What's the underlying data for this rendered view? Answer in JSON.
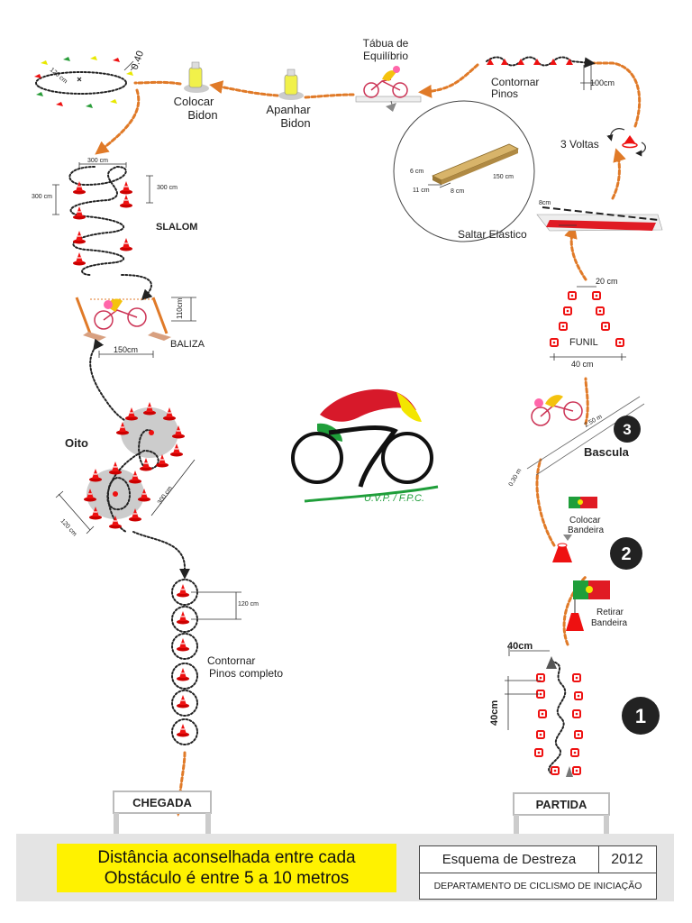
{
  "labels": {
    "colocar_bidon": [
      "Colocar",
      "Bidon"
    ],
    "apanhar_bidon": [
      "Apanhar",
      "Bidon"
    ],
    "tabua": [
      "Tábua de",
      "Equilíbrio"
    ],
    "contornar_pinos": [
      "Contornar",
      "Pinos"
    ],
    "tres_voltas": "3 Voltas",
    "saltar_elastico": "Saltar Elástico",
    "slalom": "SLALOM",
    "baliza": "BALIZA",
    "funil": "FUNIL",
    "oito": "Oito",
    "bascula": "Bascula",
    "colocar_bandeira": [
      "Colocar",
      "Bandeira"
    ],
    "retirar_bandeira": [
      "Retirar",
      "Bandeira"
    ],
    "contornar_completo": [
      "Contornar",
      "Pinos completo"
    ],
    "chegada": "CHEGADA",
    "partida": "PARTIDA",
    "logo_text": "U.V.P. / F.P.C."
  },
  "numbers": {
    "one": "1",
    "two": "2",
    "three": "3"
  },
  "dims": {
    "d040": "0.40",
    "d120_small": "120 cm",
    "d100": "100cm",
    "d300_a": "300 cm",
    "d300_b": "300 cm",
    "d300_c": "300 cm",
    "d110": "110cm",
    "d150": "150cm",
    "d20": "20 cm",
    "d40_funil": "40 cm",
    "d6": "6 cm",
    "d11": "11 cm",
    "d8": "8 cm",
    "d150_board": "150 cm",
    "d8_elastic": "8cm",
    "d250": "2.50 m",
    "d030": "0.30 m",
    "d120_oito": "120 cm",
    "d300_oito": "300 cm",
    "d120_pinos": "120 cm",
    "d40_start_h": "40cm",
    "d40_start_v": "40cm"
  },
  "footer": {
    "note": [
      "Distância aconselhada entre cada",
      "Obstáculo é entre 5 a 10 metros"
    ],
    "title": "Esquema de Destreza",
    "year": "2012",
    "dept": "DEPARTAMENTO DE CICLISMO DE INICIAÇÃO"
  },
  "colors": {
    "path": "#e07a28",
    "cone": "#e11111",
    "logo_red": "#d7192a",
    "logo_green": "#1f9e3a",
    "logo_yellow": "#f3e600",
    "note_bg": "#fff200"
  }
}
